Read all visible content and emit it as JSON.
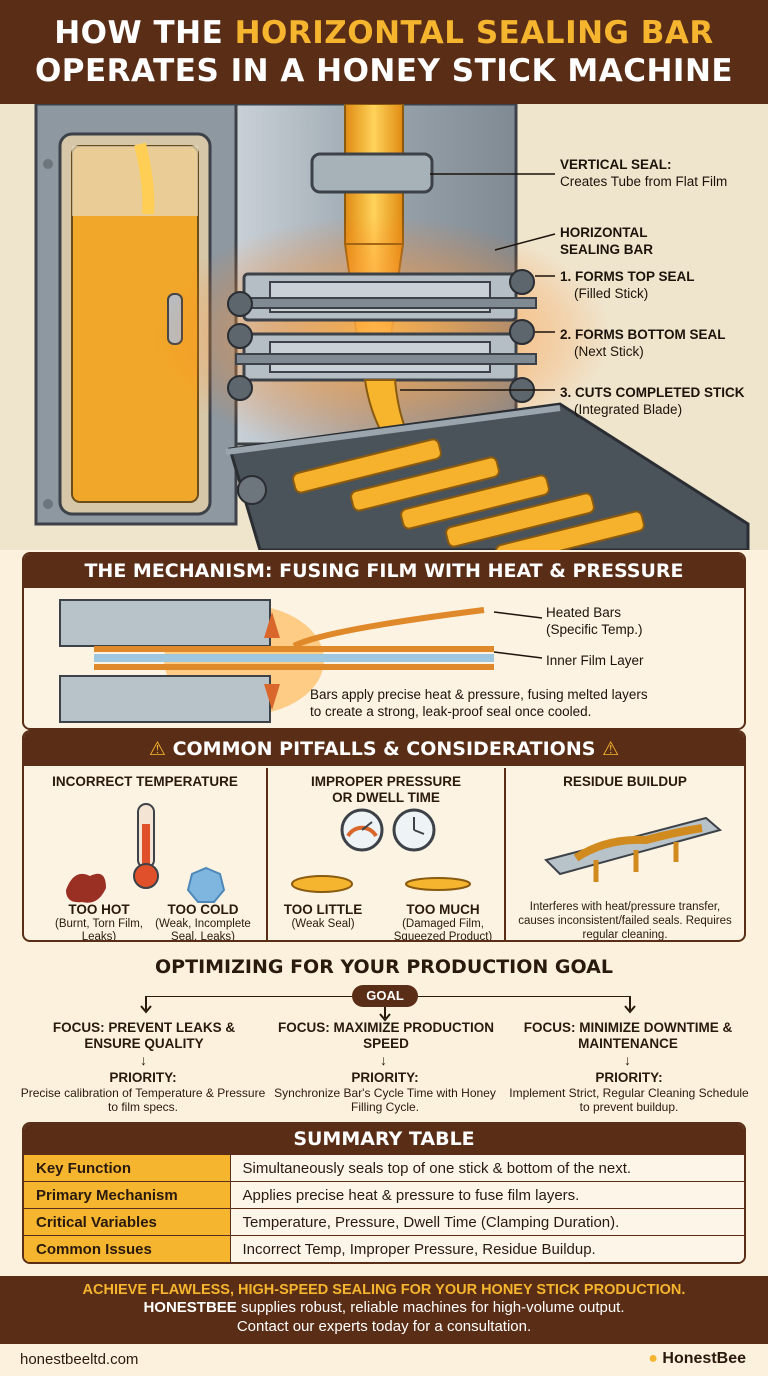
{
  "header": {
    "line1_prefix": "HOW THE ",
    "line1_highlight": "HORIZONTAL SEALING BAR",
    "line2": "OPERATES IN A HONEY STICK MACHINE"
  },
  "hero": {
    "vertical_seal_title": "VERTICAL SEAL:",
    "vertical_seal_desc": "Creates Tube from Flat Film",
    "sealing_bar_line1": "HORIZONTAL",
    "sealing_bar_line2": "SEALING BAR",
    "step1_title": "1. FORMS TOP SEAL",
    "step1_desc": "(Filled Stick)",
    "step2_title": "2. FORMS BOTTOM SEAL",
    "step2_desc": "(Next Stick)",
    "step3_title": "3. CUTS COMPLETED STICK",
    "step3_desc": "(Integrated Blade)"
  },
  "mechanism": {
    "title": "THE MECHANISM: FUSING FILM WITH HEAT & PRESSURE",
    "heated_bars_line1": "Heated Bars",
    "heated_bars_line2": "(Specific Temp.)",
    "inner_film": "Inner Film Layer",
    "desc_line1": "Bars apply precise heat & pressure, fusing melted layers",
    "desc_line2": "to create a strong, leak-proof seal once cooled."
  },
  "pitfalls": {
    "title": "COMMON PITFALLS & CONSIDERATIONS",
    "col1_title": "INCORRECT TEMPERATURE",
    "too_hot": "TOO HOT",
    "too_hot_desc": "(Burnt, Torn Film, Leaks)",
    "too_cold": "TOO COLD",
    "too_cold_desc": "(Weak, Incomplete Seal, Leaks)",
    "col2_title_line1": "IMPROPER PRESSURE",
    "col2_title_line2": "OR DWELL TIME",
    "too_little": "TOO LITTLE",
    "too_little_desc": "(Weak Seal)",
    "too_much": "TOO MUCH",
    "too_much_desc": "(Damaged Film, Squeezed Product)",
    "col3_title": "RESIDUE BUILDUP",
    "col3_desc": "Interferes with heat/pressure transfer, causes inconsistent/failed seals. Requires regular cleaning."
  },
  "goals": {
    "title": "OPTIMIZING FOR YOUR PRODUCTION GOAL",
    "pill": "GOAL",
    "focus1": "FOCUS: PREVENT LEAKS & ENSURE QUALITY",
    "focus2": "FOCUS: MAXIMIZE PRODUCTION SPEED",
    "focus3": "FOCUS: MINIMIZE DOWNTIME & MAINTENANCE",
    "priority_label": "PRIORITY:",
    "priority1": "Precise calibration of Temperature & Pressure to film specs.",
    "priority2": "Synchronize Bar's Cycle Time with Honey Filling Cycle.",
    "priority3": "Implement Strict, Regular Cleaning Schedule to prevent buildup."
  },
  "summary": {
    "title": "SUMMARY TABLE",
    "rows": [
      {
        "key": "Key Function",
        "value": "Simultaneously seals top of one stick & bottom of the next."
      },
      {
        "key": "Primary Mechanism",
        "value": "Applies precise heat & pressure to fuse film layers."
      },
      {
        "key": "Critical Variables",
        "value": "Temperature, Pressure, Dwell Time (Clamping Duration)."
      },
      {
        "key": "Common Issues",
        "value": "Incorrect Temp, Improper Pressure, Residue Buildup."
      }
    ]
  },
  "cta": {
    "line1": "ACHIEVE FLAWLESS, HIGH-SPEED SEALING FOR YOUR HONEY STICK PRODUCTION.",
    "brand": "HONESTBEE",
    "line2_rest": " supplies robust, reliable machines for high-volume output.",
    "line3": "Contact our experts today for a consultation."
  },
  "footer": {
    "url": "honestbeeltd.com",
    "brand": "HonestBee"
  },
  "colors": {
    "brown": "#5a2d16",
    "honey": "#f5b52e",
    "cream": "#fbf1dd",
    "steel": "#a9b4bd"
  }
}
